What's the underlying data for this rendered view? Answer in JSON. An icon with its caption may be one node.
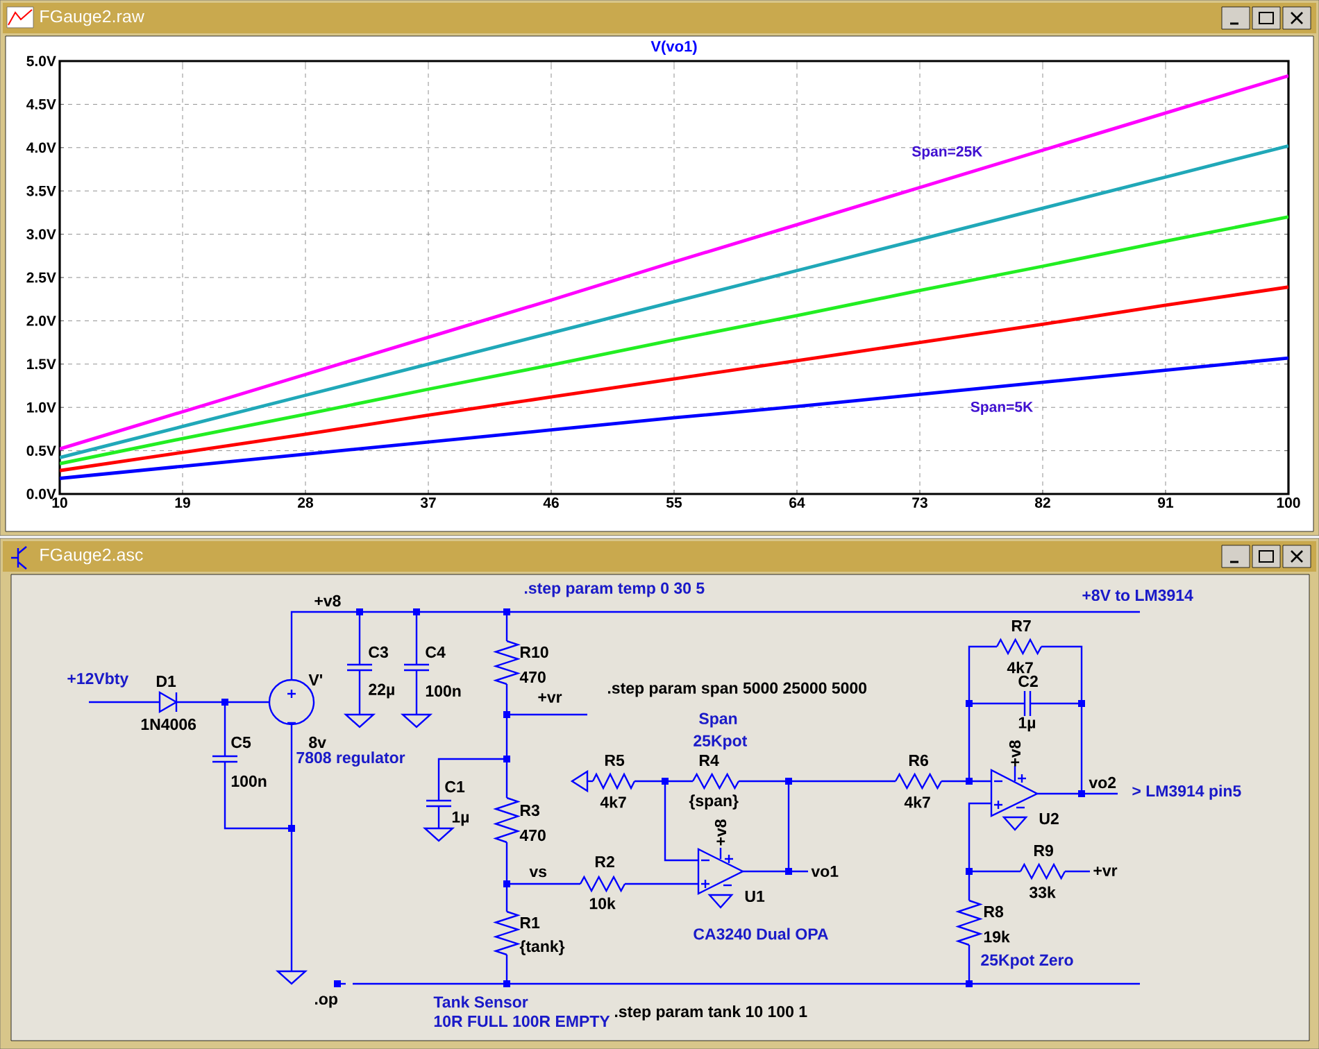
{
  "diagram": {
    "labels": [
      "FGauge2.raw",
      "FGauge2.asc",
      "+v8",
      ".step param temp 0 30 5",
      "+8V to LM3914",
      "R7",
      "C3",
      "C4",
      "R10",
      "+12Vbty",
      "D1",
      "V'",
      "22µ",
      "100n",
      "470",
      ".step param span 5000 25000 5000",
      "4k7",
      "C2",
      "+vr",
      "1N4006",
      "Span",
      "1µ",
      "C5",
      "8v",
      "25Kpot",
      "7808 regulator",
      "R5",
      "R4",
      "R6",
      "+v8",
      "100n",
      "C1",
      "vo2",
      "> LM3914 pin5",
      "4k7",
      "{span}",
      "4k7",
      "1µ",
      "R3",
      "U2",
      "470",
      "+v8",
      "R9",
      "vs",
      "R2",
      "vo1",
      "+vr",
      "10k",
      "U1",
      "33k",
      "R1",
      "R8",
      "{tank}",
      "CA3240 Dual OPA",
      "19k",
      "25Kpot Zero",
      ".op",
      "Tank Sensor",
      "10R FULL 100R EMPTY",
      ".step param tank 10 100 1"
    ],
    "chart_data": {
      "type": "line",
      "title": "V(vo1)",
      "x": [
        10,
        19,
        28,
        37,
        46,
        55,
        64,
        73,
        82,
        91,
        100
      ],
      "series": [
        {
          "color": "#ff00ff",
          "values": [
            0.52,
            0.95,
            1.38,
            1.81,
            2.24,
            2.68,
            3.11,
            3.54,
            3.97,
            4.4,
            4.83
          ]
        },
        {
          "color": "#20a8b8",
          "values": [
            0.42,
            0.78,
            1.14,
            1.5,
            1.86,
            2.22,
            2.58,
            2.94,
            3.3,
            3.66,
            4.02
          ]
        },
        {
          "color": "#22ee22",
          "values": [
            0.35,
            0.64,
            0.92,
            1.21,
            1.49,
            1.78,
            2.06,
            2.35,
            2.63,
            2.92,
            3.2
          ]
        },
        {
          "color": "#ff0000",
          "values": [
            0.27,
            0.48,
            0.69,
            0.91,
            1.12,
            1.33,
            1.54,
            1.75,
            1.96,
            2.18,
            2.39
          ]
        },
        {
          "color": "#0000ff",
          "values": [
            0.18,
            0.32,
            0.46,
            0.6,
            0.74,
            0.88,
            1.01,
            1.15,
            1.29,
            1.43,
            1.57
          ]
        }
      ],
      "xlim": [
        10,
        100
      ],
      "ylim": [
        0,
        5
      ],
      "grid": true,
      "xticks": [
        10,
        19,
        28,
        37,
        46,
        55,
        64,
        73,
        82,
        91,
        100
      ],
      "yticks": [
        {
          "value": 0,
          "label": "0.0V"
        },
        {
          "value": 0.5,
          "label": "0.5V"
        },
        {
          "value": 1,
          "label": "1.0V"
        },
        {
          "value": 1.5,
          "label": "1.5V"
        },
        {
          "value": 2,
          "label": "2.0V"
        },
        {
          "value": 2.5,
          "label": "2.5V"
        },
        {
          "value": 3,
          "label": "3.0V"
        },
        {
          "value": 3.5,
          "label": "3.5V"
        },
        {
          "value": 4,
          "label": "4.0V"
        },
        {
          "value": 4.5,
          "label": "4.5V"
        },
        {
          "value": 5,
          "label": "5.0V"
        }
      ],
      "annotations": [
        "Span=25K",
        "Span=5K"
      ]
    }
  }
}
